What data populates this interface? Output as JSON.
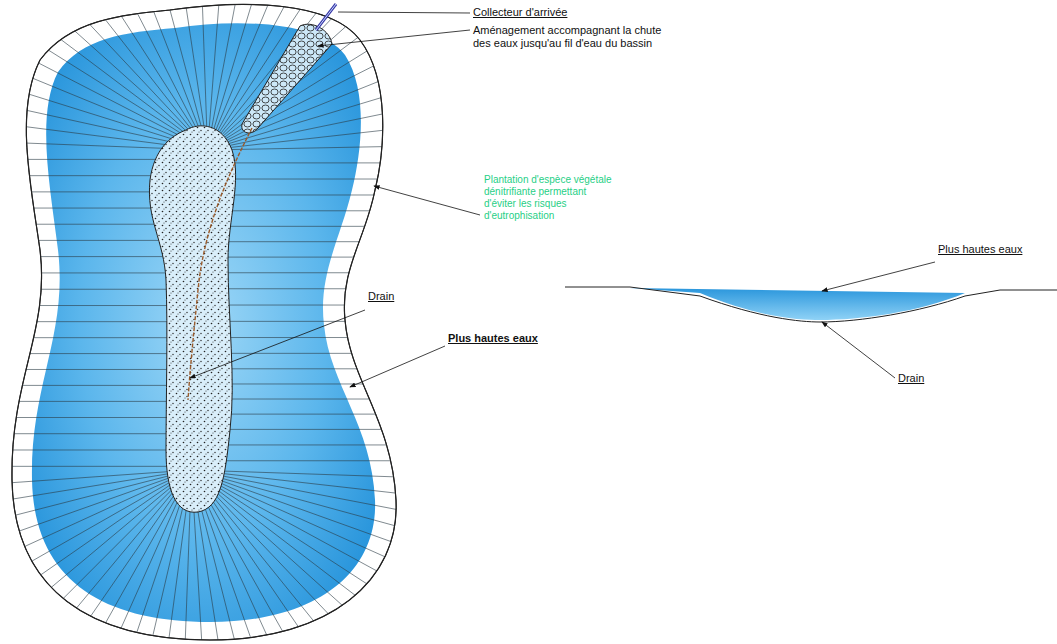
{
  "diagram": {
    "labels": [
      "Collecteur d'arrivée",
      "Aménagement accompagnant la chute des eaux jusqu'au fil d'eau du bassin",
      "Plantation d'espèce végétale dénitrifiante permettant d'éviter les risques d'eutrophisation",
      "Drain",
      "Plus hautes eaux",
      "Plus hautes eaux",
      "Drain"
    ]
  }
}
